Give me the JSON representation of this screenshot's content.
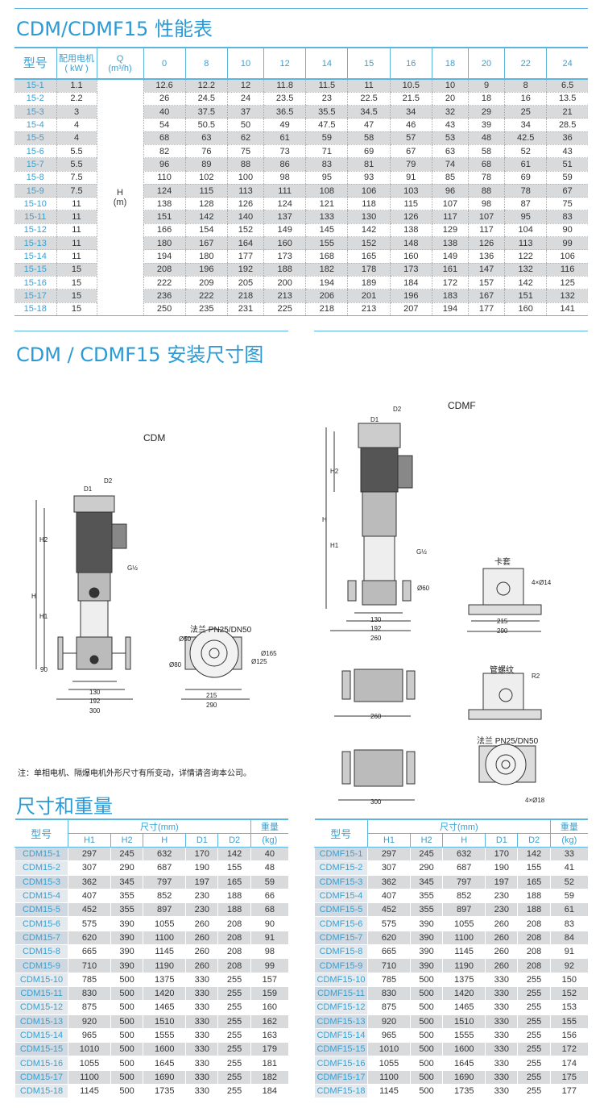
{
  "perf_title": "CDM/CDMF15 性能表",
  "perf": {
    "h_model": "型号",
    "h_motor": "配用电机",
    "h_motor_unit": "( kW )",
    "h_q": "Q",
    "h_q_unit": "(m³/h)",
    "h_label": "H",
    "h_unit": "(m)",
    "flows": [
      "0",
      "8",
      "10",
      "12",
      "14",
      "15",
      "16",
      "18",
      "20",
      "22",
      "24"
    ],
    "rows": [
      [
        "15-1",
        "1.1",
        [
          "12.6",
          "12.2",
          "12",
          "11.8",
          "11.5",
          "11",
          "10.5",
          "10",
          "9",
          "8",
          "6.5"
        ]
      ],
      [
        "15-2",
        "2.2",
        [
          "26",
          "24.5",
          "24",
          "23.5",
          "23",
          "22.5",
          "21.5",
          "20",
          "18",
          "16",
          "13.5"
        ]
      ],
      [
        "15-3",
        "3",
        [
          "40",
          "37.5",
          "37",
          "36.5",
          "35.5",
          "34.5",
          "34",
          "32",
          "29",
          "25",
          "21"
        ]
      ],
      [
        "15-4",
        "4",
        [
          "54",
          "50.5",
          "50",
          "49",
          "47.5",
          "47",
          "46",
          "43",
          "39",
          "34",
          "28.5"
        ]
      ],
      [
        "15-5",
        "4",
        [
          "68",
          "63",
          "62",
          "61",
          "59",
          "58",
          "57",
          "53",
          "48",
          "42.5",
          "36"
        ]
      ],
      [
        "15-6",
        "5.5",
        [
          "82",
          "76",
          "75",
          "73",
          "71",
          "69",
          "67",
          "63",
          "58",
          "52",
          "43"
        ]
      ],
      [
        "15-7",
        "5.5",
        [
          "96",
          "89",
          "88",
          "86",
          "83",
          "81",
          "79",
          "74",
          "68",
          "61",
          "51"
        ]
      ],
      [
        "15-8",
        "7.5",
        [
          "110",
          "102",
          "100",
          "98",
          "95",
          "93",
          "91",
          "85",
          "78",
          "69",
          "59"
        ]
      ],
      [
        "15-9",
        "7.5",
        [
          "124",
          "115",
          "113",
          "111",
          "108",
          "106",
          "103",
          "96",
          "88",
          "78",
          "67"
        ]
      ],
      [
        "15-10",
        "11",
        [
          "138",
          "128",
          "126",
          "124",
          "121",
          "118",
          "115",
          "107",
          "98",
          "87",
          "75"
        ]
      ],
      [
        "15-11",
        "11",
        [
          "151",
          "142",
          "140",
          "137",
          "133",
          "130",
          "126",
          "117",
          "107",
          "95",
          "83"
        ]
      ],
      [
        "15-12",
        "11",
        [
          "166",
          "154",
          "152",
          "149",
          "145",
          "142",
          "138",
          "129",
          "117",
          "104",
          "90"
        ]
      ],
      [
        "15-13",
        "11",
        [
          "180",
          "167",
          "164",
          "160",
          "155",
          "152",
          "148",
          "138",
          "126",
          "113",
          "99"
        ]
      ],
      [
        "15-14",
        "11",
        [
          "194",
          "180",
          "177",
          "173",
          "168",
          "165",
          "160",
          "149",
          "136",
          "122",
          "106"
        ]
      ],
      [
        "15-15",
        "15",
        [
          "208",
          "196",
          "192",
          "188",
          "182",
          "178",
          "173",
          "161",
          "147",
          "132",
          "116"
        ]
      ],
      [
        "15-16",
        "15",
        [
          "222",
          "209",
          "205",
          "200",
          "194",
          "189",
          "184",
          "172",
          "157",
          "142",
          "125"
        ]
      ],
      [
        "15-17",
        "15",
        [
          "236",
          "222",
          "218",
          "213",
          "206",
          "201",
          "196",
          "183",
          "167",
          "151",
          "132"
        ]
      ],
      [
        "15-18",
        "15",
        [
          "250",
          "235",
          "231",
          "225",
          "218",
          "213",
          "207",
          "194",
          "177",
          "160",
          "141"
        ]
      ]
    ]
  },
  "install_title": "CDM / CDMF15 安装尺寸图",
  "diagrams": {
    "cdm": "CDM",
    "cdmf": "CDMF",
    "d1": "D1",
    "d2": "D2",
    "h": "H",
    "h1": "H1",
    "h2": "H2",
    "g": "G½",
    "d90": "90",
    "d130": "130",
    "d192": "192",
    "d300": "300",
    "d260": "260",
    "d215": "215",
    "d290": "290",
    "flange": "法兰 PN25/DN50",
    "phi50": "Ø50",
    "phi80": "Ø80",
    "phi125": "Ø125",
    "phi165": "Ø165",
    "clamp": "卡套",
    "holes14": "4×Ø14",
    "thread": "管螺纹",
    "r2": "R2",
    "holes18": "4×Ø18",
    "phi60": "Ø60"
  },
  "note": "注：单相电机、隔爆电机外形尺寸有所变动，详情请咨询本公司。",
  "dim_title": "尺寸和重量",
  "dim_headers": {
    "model": "型号",
    "size": "尺寸(mm)",
    "weight": "重量",
    "weight_unit": "(kg)",
    "cols": [
      "H1",
      "H2",
      "H",
      "D1",
      "D2"
    ]
  },
  "cdm_rows": [
    [
      "CDM15-1",
      "297",
      "245",
      "632",
      "170",
      "142",
      "40"
    ],
    [
      "CDM15-2",
      "307",
      "290",
      "687",
      "190",
      "155",
      "48"
    ],
    [
      "CDM15-3",
      "362",
      "345",
      "797",
      "197",
      "165",
      "59"
    ],
    [
      "CDM15-4",
      "407",
      "355",
      "852",
      "230",
      "188",
      "66"
    ],
    [
      "CDM15-5",
      "452",
      "355",
      "897",
      "230",
      "188",
      "68"
    ],
    [
      "CDM15-6",
      "575",
      "390",
      "1055",
      "260",
      "208",
      "90"
    ],
    [
      "CDM15-7",
      "620",
      "390",
      "1100",
      "260",
      "208",
      "91"
    ],
    [
      "CDM15-8",
      "665",
      "390",
      "1145",
      "260",
      "208",
      "98"
    ],
    [
      "CDM15-9",
      "710",
      "390",
      "1190",
      "260",
      "208",
      "99"
    ],
    [
      "CDM15-10",
      "785",
      "500",
      "1375",
      "330",
      "255",
      "157"
    ],
    [
      "CDM15-11",
      "830",
      "500",
      "1420",
      "330",
      "255",
      "159"
    ],
    [
      "CDM15-12",
      "875",
      "500",
      "1465",
      "330",
      "255",
      "160"
    ],
    [
      "CDM15-13",
      "920",
      "500",
      "1510",
      "330",
      "255",
      "162"
    ],
    [
      "CDM15-14",
      "965",
      "500",
      "1555",
      "330",
      "255",
      "163"
    ],
    [
      "CDM15-15",
      "1010",
      "500",
      "1600",
      "330",
      "255",
      "179"
    ],
    [
      "CDM15-16",
      "1055",
      "500",
      "1645",
      "330",
      "255",
      "181"
    ],
    [
      "CDM15-17",
      "1100",
      "500",
      "1690",
      "330",
      "255",
      "182"
    ],
    [
      "CDM15-18",
      "1145",
      "500",
      "1735",
      "330",
      "255",
      "184"
    ]
  ],
  "cdmf_rows": [
    [
      "CDMF15-1",
      "297",
      "245",
      "632",
      "170",
      "142",
      "33"
    ],
    [
      "CDMF15-2",
      "307",
      "290",
      "687",
      "190",
      "155",
      "41"
    ],
    [
      "CDMF15-3",
      "362",
      "345",
      "797",
      "197",
      "165",
      "52"
    ],
    [
      "CDMF15-4",
      "407",
      "355",
      "852",
      "230",
      "188",
      "59"
    ],
    [
      "CDMF15-5",
      "452",
      "355",
      "897",
      "230",
      "188",
      "61"
    ],
    [
      "CDMF15-6",
      "575",
      "390",
      "1055",
      "260",
      "208",
      "83"
    ],
    [
      "CDMF15-7",
      "620",
      "390",
      "1100",
      "260",
      "208",
      "84"
    ],
    [
      "CDMF15-8",
      "665",
      "390",
      "1145",
      "260",
      "208",
      "91"
    ],
    [
      "CDMF15-9",
      "710",
      "390",
      "1190",
      "260",
      "208",
      "92"
    ],
    [
      "CDMF15-10",
      "785",
      "500",
      "1375",
      "330",
      "255",
      "150"
    ],
    [
      "CDMF15-11",
      "830",
      "500",
      "1420",
      "330",
      "255",
      "152"
    ],
    [
      "CDMF15-12",
      "875",
      "500",
      "1465",
      "330",
      "255",
      "153"
    ],
    [
      "CDMF15-13",
      "920",
      "500",
      "1510",
      "330",
      "255",
      "155"
    ],
    [
      "CDMF15-14",
      "965",
      "500",
      "1555",
      "330",
      "255",
      "156"
    ],
    [
      "CDMF15-15",
      "1010",
      "500",
      "1600",
      "330",
      "255",
      "172"
    ],
    [
      "CDMF15-16",
      "1055",
      "500",
      "1645",
      "330",
      "255",
      "174"
    ],
    [
      "CDMF15-17",
      "1100",
      "500",
      "1690",
      "330",
      "255",
      "175"
    ],
    [
      "CDMF15-18",
      "1145",
      "500",
      "1735",
      "330",
      "255",
      "177"
    ]
  ]
}
